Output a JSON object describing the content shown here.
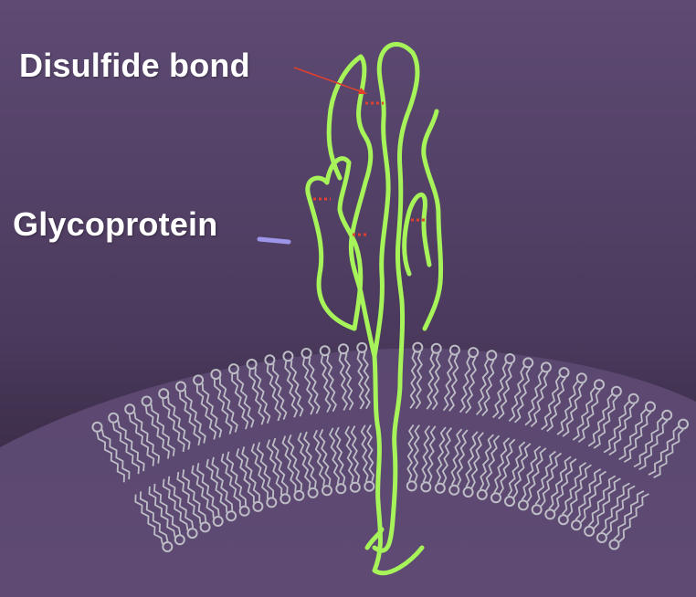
{
  "labels": {
    "disulfide_bond": "Disulfide bond",
    "glycoprotein": "Glycoprotein"
  },
  "colors": {
    "background_top": "#5d4a72",
    "background_bottom": "#352640",
    "membrane_fill": "#5d4a72",
    "protein_chain": "#a6f35a",
    "disulfide_bond": "#e0402e",
    "leader_line": "#9c95e8",
    "lipid": "#bdbdc6",
    "text": "#ffffff"
  },
  "icons": {
    "protein": "folded-protein-chain",
    "lipid": "phospholipid-molecule"
  }
}
